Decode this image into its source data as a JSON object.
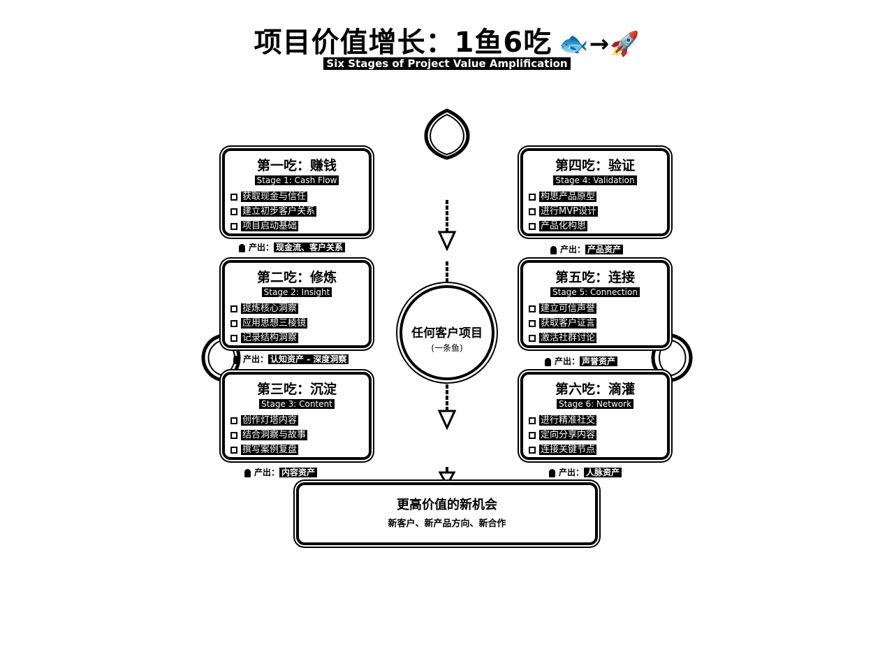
{
  "header": {
    "title": "项目价值增长：1鱼6吃",
    "icons": "🐟→🚀",
    "subtitle": "Six Stages of Project Value Amplification"
  },
  "stages": [
    {
      "title": "第一吃：赚钱",
      "subtitle": "Stage 1: Cash Flow",
      "items": [
        "获取现金与信任",
        "建立初步客户关系",
        "项目启动基础"
      ],
      "output_label": "产出：",
      "output_value": "现金流、客户关系"
    },
    {
      "title": "第二吃：修炼",
      "subtitle": "Stage 2: Insight",
      "items": [
        "提炼核心洞察",
        "应用思想三棱镜",
        "记录结构洞察"
      ],
      "output_label": "产出：",
      "output_value": "认知资产 - 深度洞察"
    },
    {
      "title": "第三吃：沉淀",
      "subtitle": "Stage 3: Content",
      "items": [
        "创作灯塔内容",
        "结合洞察与故事",
        "撰写案例复盘"
      ],
      "output_label": "产出：",
      "output_value": "内容资产"
    },
    {
      "title": "第四吃：验证",
      "subtitle": "Stage 4: Validation",
      "items": [
        "构思产品原型",
        "进行MVP设计",
        "产品化构思"
      ],
      "output_label": "产出：",
      "output_value": "产品资产"
    },
    {
      "title": "第五吃：连接",
      "subtitle": "Stage 5: Connection",
      "items": [
        "建立可信声誉",
        "获取客户证言",
        "激活社群讨论"
      ],
      "output_label": "产出：",
      "output_value": "声誉资产"
    },
    {
      "title": "第六吃：滴灌",
      "subtitle": "Stage 6: Network",
      "items": [
        "进行精准社交",
        "定向分享内容",
        "连接关键节点"
      ],
      "output_label": "产出：",
      "output_value": "人脉资产"
    }
  ],
  "center": {
    "main": "任何客户项目",
    "small": "(一条鱼)"
  },
  "result": {
    "main": "更高价值的新机会",
    "small": "新客户、新产品方向、新合作"
  }
}
